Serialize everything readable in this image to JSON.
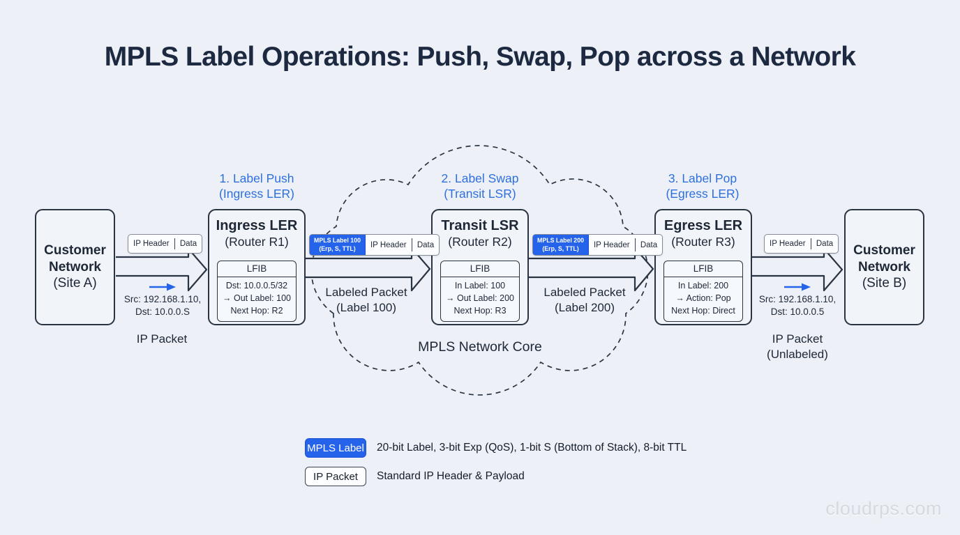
{
  "colors": {
    "background": "#edf1f7",
    "ink": "#1e2736",
    "accent_blue": "#2563eb",
    "heading_blue": "#2e6fe0",
    "packet_border_gray": "#858b96",
    "watermark_gray": "#d5d9e0"
  },
  "title": "MPLS Label Operations: Push, Swap, Pop across a Network",
  "watermark": "cloudrps.com",
  "cloud": {
    "label": "MPLS Network Core"
  },
  "stages": [
    {
      "line1": "1. Label Push",
      "line2": "(Ingress LER)"
    },
    {
      "line1": "2. Label Swap",
      "line2": "(Transit LSR)"
    },
    {
      "line1": "3. Label Pop",
      "line2": "(Egress LER)"
    }
  ],
  "nodes": {
    "site_a": {
      "lines": [
        "Customer",
        "Network",
        "(Site A)"
      ]
    },
    "site_b": {
      "lines": [
        "Customer",
        "Network",
        "(Site B)"
      ]
    },
    "ingress": {
      "title": "Ingress LER",
      "subtitle": "(Router R1)",
      "lfib_header": "LFIB",
      "lfib_rows": [
        "Dst: 10.0.0.5/32",
        "→ Out Label: 100",
        "Next Hop: R2"
      ]
    },
    "transit": {
      "title": "Transit LSR",
      "subtitle": "(Router R2)",
      "lfib_header": "LFIB",
      "lfib_rows": [
        "In Label: 100",
        "→ Out Label: 200",
        "Next Hop: R3"
      ]
    },
    "egress": {
      "title": "Egress LER",
      "subtitle": "(Router R3)",
      "lfib_header": "LFIB",
      "lfib_rows": [
        "In Label: 200",
        "→ Action: Pop",
        "Next Hop: Direct"
      ]
    }
  },
  "packets": {
    "ip_a": {
      "header": "IP Header",
      "data": "Data"
    },
    "labeled_100": {
      "label": "MPLS Label 100",
      "label_sub": "(Erp, S, TTL)",
      "header": "IP Header",
      "data": "Data"
    },
    "labeled_200": {
      "label": "MPLS Label 200",
      "label_sub": "(Erp, S, TTL)",
      "header": "IP Header",
      "data": "Data"
    },
    "ip_b": {
      "header": "IP Header",
      "data": "Data"
    }
  },
  "flows": {
    "a": {
      "src": "Src: 192.168.1.10,",
      "dst": "Dst: 10.0.0.S",
      "caption1": "IP Packet"
    },
    "label100": {
      "caption1": "Labeled Packet",
      "caption2": "(Label 100)"
    },
    "label200": {
      "caption1": "Labeled Packet",
      "caption2": "(Label 200)"
    },
    "b": {
      "src": "Src: 192.168.1.10,",
      "dst": "Dst: 10.0.0.5",
      "caption1": "IP Packet",
      "caption2": "(Unlabeled)"
    }
  },
  "legend": {
    "items": [
      {
        "badge": "MPLS Label",
        "text": "20-bit Label, 3-bit Exp (QoS), 1-bit S (Bottom of Stack), 8-bit TTL"
      },
      {
        "badge": "IP Packet",
        "text": "Standard IP Header & Payload"
      }
    ]
  }
}
